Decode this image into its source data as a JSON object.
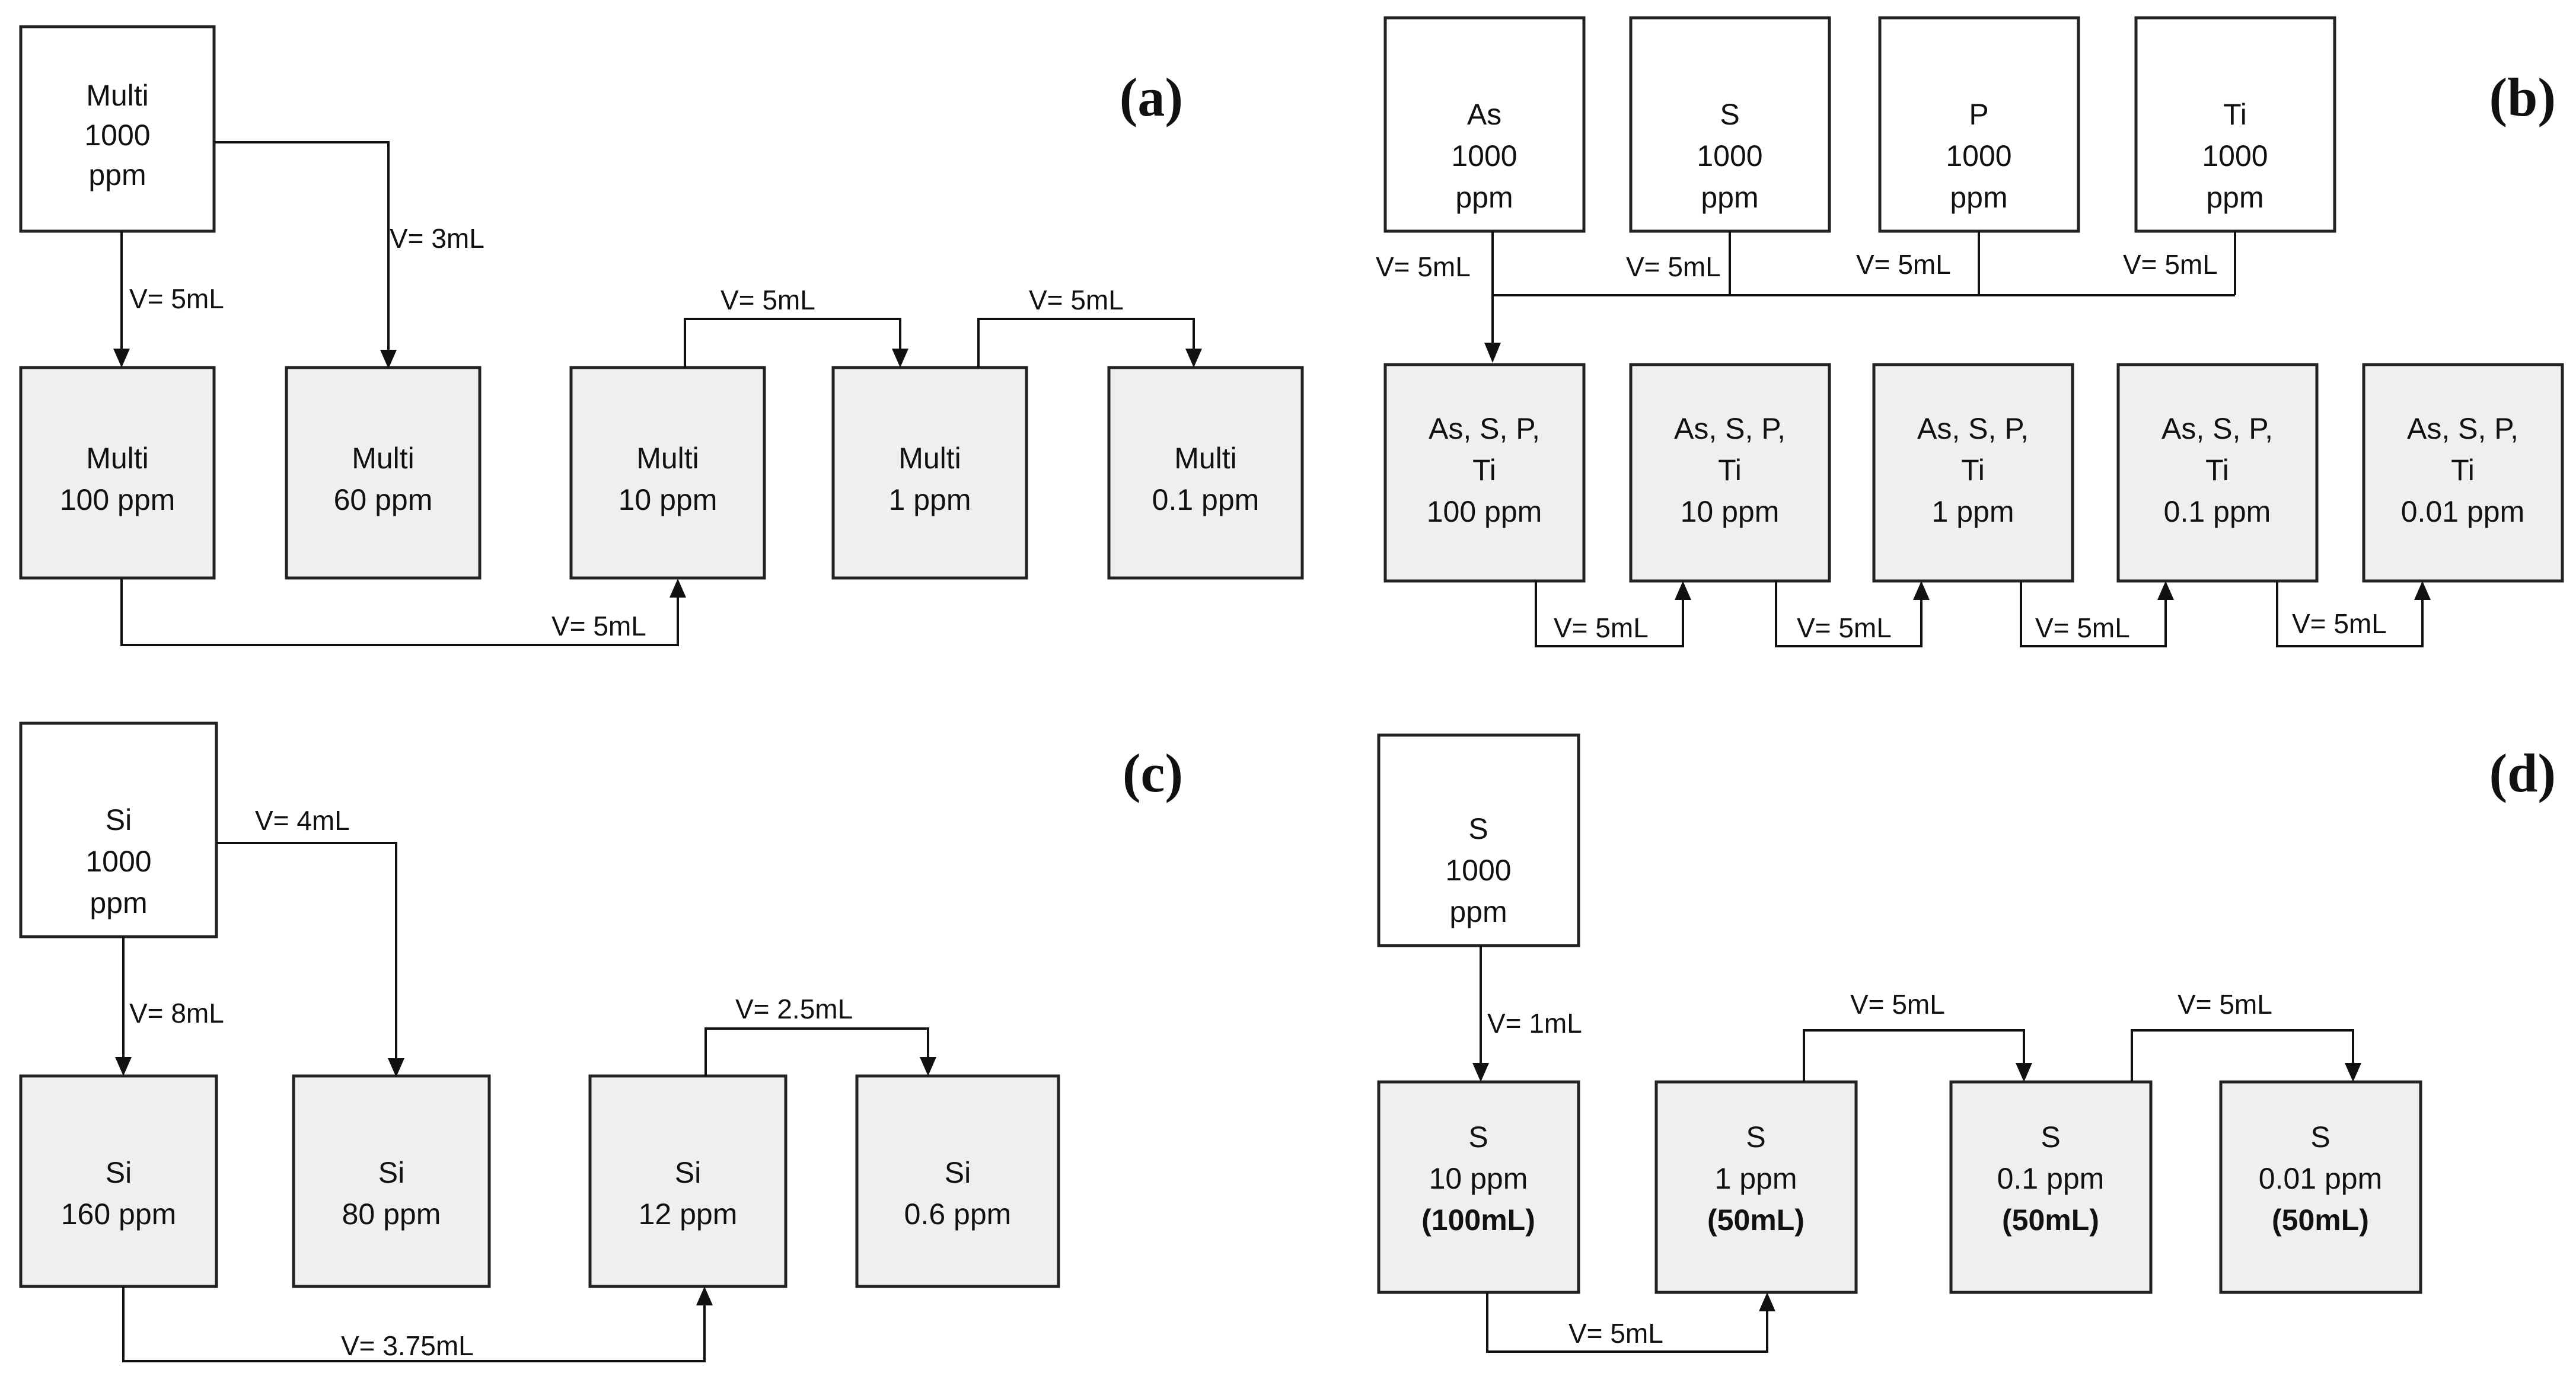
{
  "panels": {
    "a": {
      "label": "(a)",
      "stock": [
        "Multi",
        "1000",
        "ppm"
      ],
      "boxes": [
        [
          "Multi",
          "100 ppm"
        ],
        [
          "Multi",
          "60 ppm"
        ],
        [
          "Multi",
          "10 ppm"
        ],
        [
          "Multi",
          "1 ppm"
        ],
        [
          "Multi",
          "0.1 ppm"
        ]
      ],
      "volumes": [
        "V= 5mL",
        "V= 3mL",
        "V= 5mL",
        "V= 5mL",
        "V= 5mL"
      ]
    },
    "b": {
      "label": "(b)",
      "stocks": [
        [
          "As",
          "1000",
          "ppm"
        ],
        [
          "S",
          "1000",
          "ppm"
        ],
        [
          "P",
          "1000",
          "ppm"
        ],
        [
          "Ti",
          "1000",
          "ppm"
        ]
      ],
      "stock_volumes": [
        "V= 5mL",
        "V= 5mL",
        "V= 5mL",
        "V= 5mL"
      ],
      "boxes": [
        [
          "As, S, P,",
          "Ti",
          "100 ppm"
        ],
        [
          "As, S, P,",
          "Ti",
          "10 ppm"
        ],
        [
          "As, S, P,",
          "Ti",
          "1 ppm"
        ],
        [
          "As, S, P,",
          "Ti",
          "0.1 ppm"
        ],
        [
          "As, S, P,",
          "Ti",
          "0.01 ppm"
        ]
      ],
      "chain_volumes": [
        "V= 5mL",
        "V= 5mL",
        "V= 5mL",
        "V= 5mL"
      ]
    },
    "c": {
      "label": "(c)",
      "stock": [
        "Si",
        "1000",
        "ppm"
      ],
      "boxes": [
        [
          "Si",
          "160 ppm"
        ],
        [
          "Si",
          "80 ppm"
        ],
        [
          "Si",
          "12 ppm"
        ],
        [
          "Si",
          "0.6 ppm"
        ]
      ],
      "volumes": [
        "V= 8mL",
        "V= 4mL",
        "V= 3.75mL",
        "V= 2.5mL"
      ]
    },
    "d": {
      "label": "(d)",
      "stock": [
        "S",
        "1000",
        "ppm"
      ],
      "boxes": [
        [
          "S",
          "10 ppm",
          "(100mL)"
        ],
        [
          "S",
          "1 ppm",
          "(50mL)"
        ],
        [
          "S",
          "0.1 ppm",
          "(50mL)"
        ],
        [
          "S",
          "0.01 ppm",
          "(50mL)"
        ]
      ],
      "volumes": [
        "V= 1mL",
        "V= 5mL",
        "V= 5mL",
        "V= 5mL"
      ]
    }
  }
}
